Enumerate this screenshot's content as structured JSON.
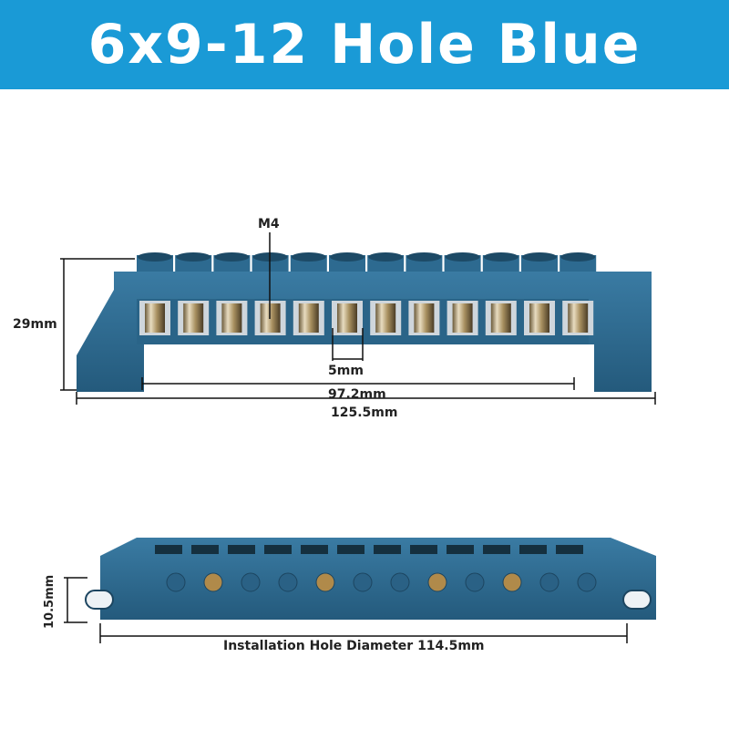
{
  "banner": {
    "title": "6x9-12 Hole Blue",
    "color": "#1a9ad6"
  },
  "product": {
    "body_color": "#2f6c92",
    "hole_count": 12
  },
  "front_view": {
    "screw_label": "M4",
    "height_label": "29mm",
    "hole_width_label": "5mm",
    "inner_length_label": "97.2mm",
    "total_length_label": "125.5mm"
  },
  "top_view": {
    "height_label": "10.5mm",
    "installation_label": "Installation Hole Diameter 114.5mm"
  }
}
